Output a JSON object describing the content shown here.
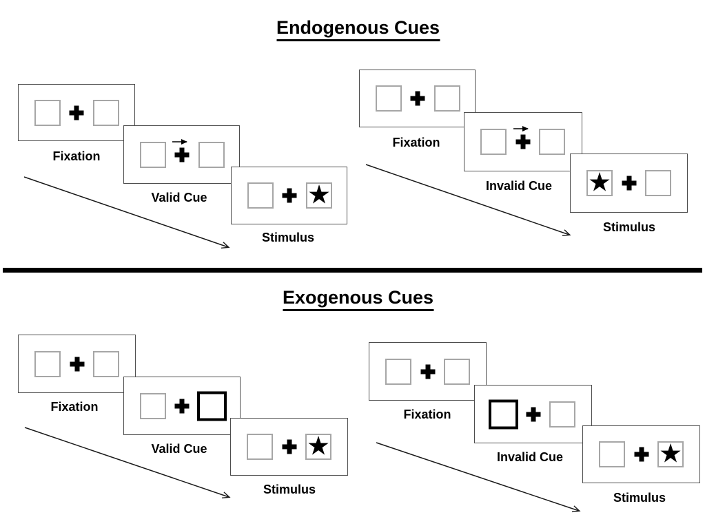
{
  "diagram": {
    "glyphs": {
      "star": "★"
    },
    "colors": {
      "ink": "#000000",
      "card_border": "#4d4d4d",
      "placeholder_box_border": "#a6a6a6",
      "background": "#ffffff"
    },
    "sections": [
      {
        "title": "Endogenous Cues",
        "panels": [
          {
            "name": "valid",
            "cue_arrow_direction": "right",
            "stimulus_star_position": "right",
            "steps": [
              {
                "label": "Fixation"
              },
              {
                "label": "Valid Cue"
              },
              {
                "label": "Stimulus"
              }
            ]
          },
          {
            "name": "invalid",
            "cue_arrow_direction": "right",
            "stimulus_star_position": "left",
            "steps": [
              {
                "label": "Fixation"
              },
              {
                "label": "Invalid Cue"
              },
              {
                "label": "Stimulus"
              }
            ]
          }
        ]
      },
      {
        "title": "Exogenous Cues",
        "panels": [
          {
            "name": "valid",
            "cue_highlight_position": "right",
            "stimulus_star_position": "right",
            "steps": [
              {
                "label": "Fixation"
              },
              {
                "label": "Valid Cue"
              },
              {
                "label": "Stimulus"
              }
            ]
          },
          {
            "name": "invalid",
            "cue_highlight_position": "left",
            "stimulus_star_position": "right",
            "steps": [
              {
                "label": "Fixation"
              },
              {
                "label": "Invalid Cue"
              },
              {
                "label": "Stimulus"
              }
            ]
          }
        ]
      }
    ]
  }
}
